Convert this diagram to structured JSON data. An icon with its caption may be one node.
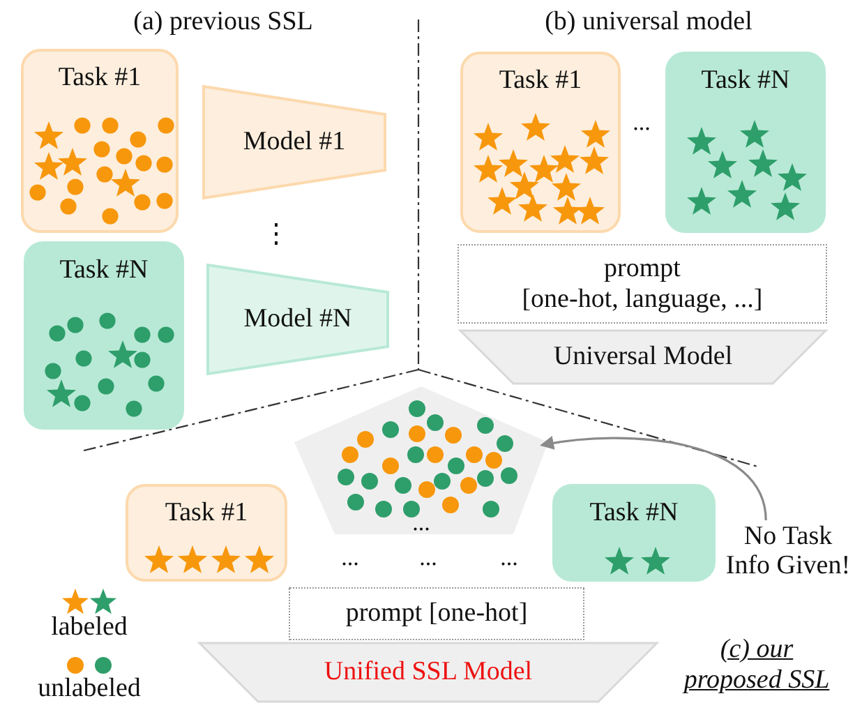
{
  "diagram": {
    "nodes": [
      {
        "text": [
          "Task #1"
        ]
      },
      {
        "text": [
          "Model #1"
        ]
      },
      {
        "text": [
          "Task #N"
        ]
      },
      {
        "text": [
          "Model #N"
        ]
      },
      {
        "text": [
          "Task #1"
        ]
      },
      {
        "text": [
          "Task #N"
        ]
      },
      {
        "text": [
          "prompt",
          "[one-hot, language, ...]"
        ]
      },
      {
        "text": [
          "Universal Model"
        ]
      },
      {
        "text": [],
        "shape": "pentagon"
      },
      {
        "text": [
          "Task #1"
        ]
      },
      {
        "text": [
          "Task #N"
        ]
      },
      {
        "text": [
          "No Task Info Given!"
        ]
      },
      {
        "text": [
          "prompt [one-hot]"
        ]
      },
      {
        "text": [
          "Unified SSL Model"
        ]
      }
    ],
    "edges": [
      {
        "from": 11,
        "to": 8,
        "arrow": "to",
        "color": "#8a8a8a"
      }
    ],
    "labels": [
      "(a) previous SSL",
      "(b) universal model",
      "⋮",
      "...",
      "...",
      "...",
      "...",
      "...",
      "(c) our proposed SSL"
    ],
    "legend": [
      {
        "text": "labeled"
      },
      {
        "text": "unlabeled"
      }
    ]
  }
}
